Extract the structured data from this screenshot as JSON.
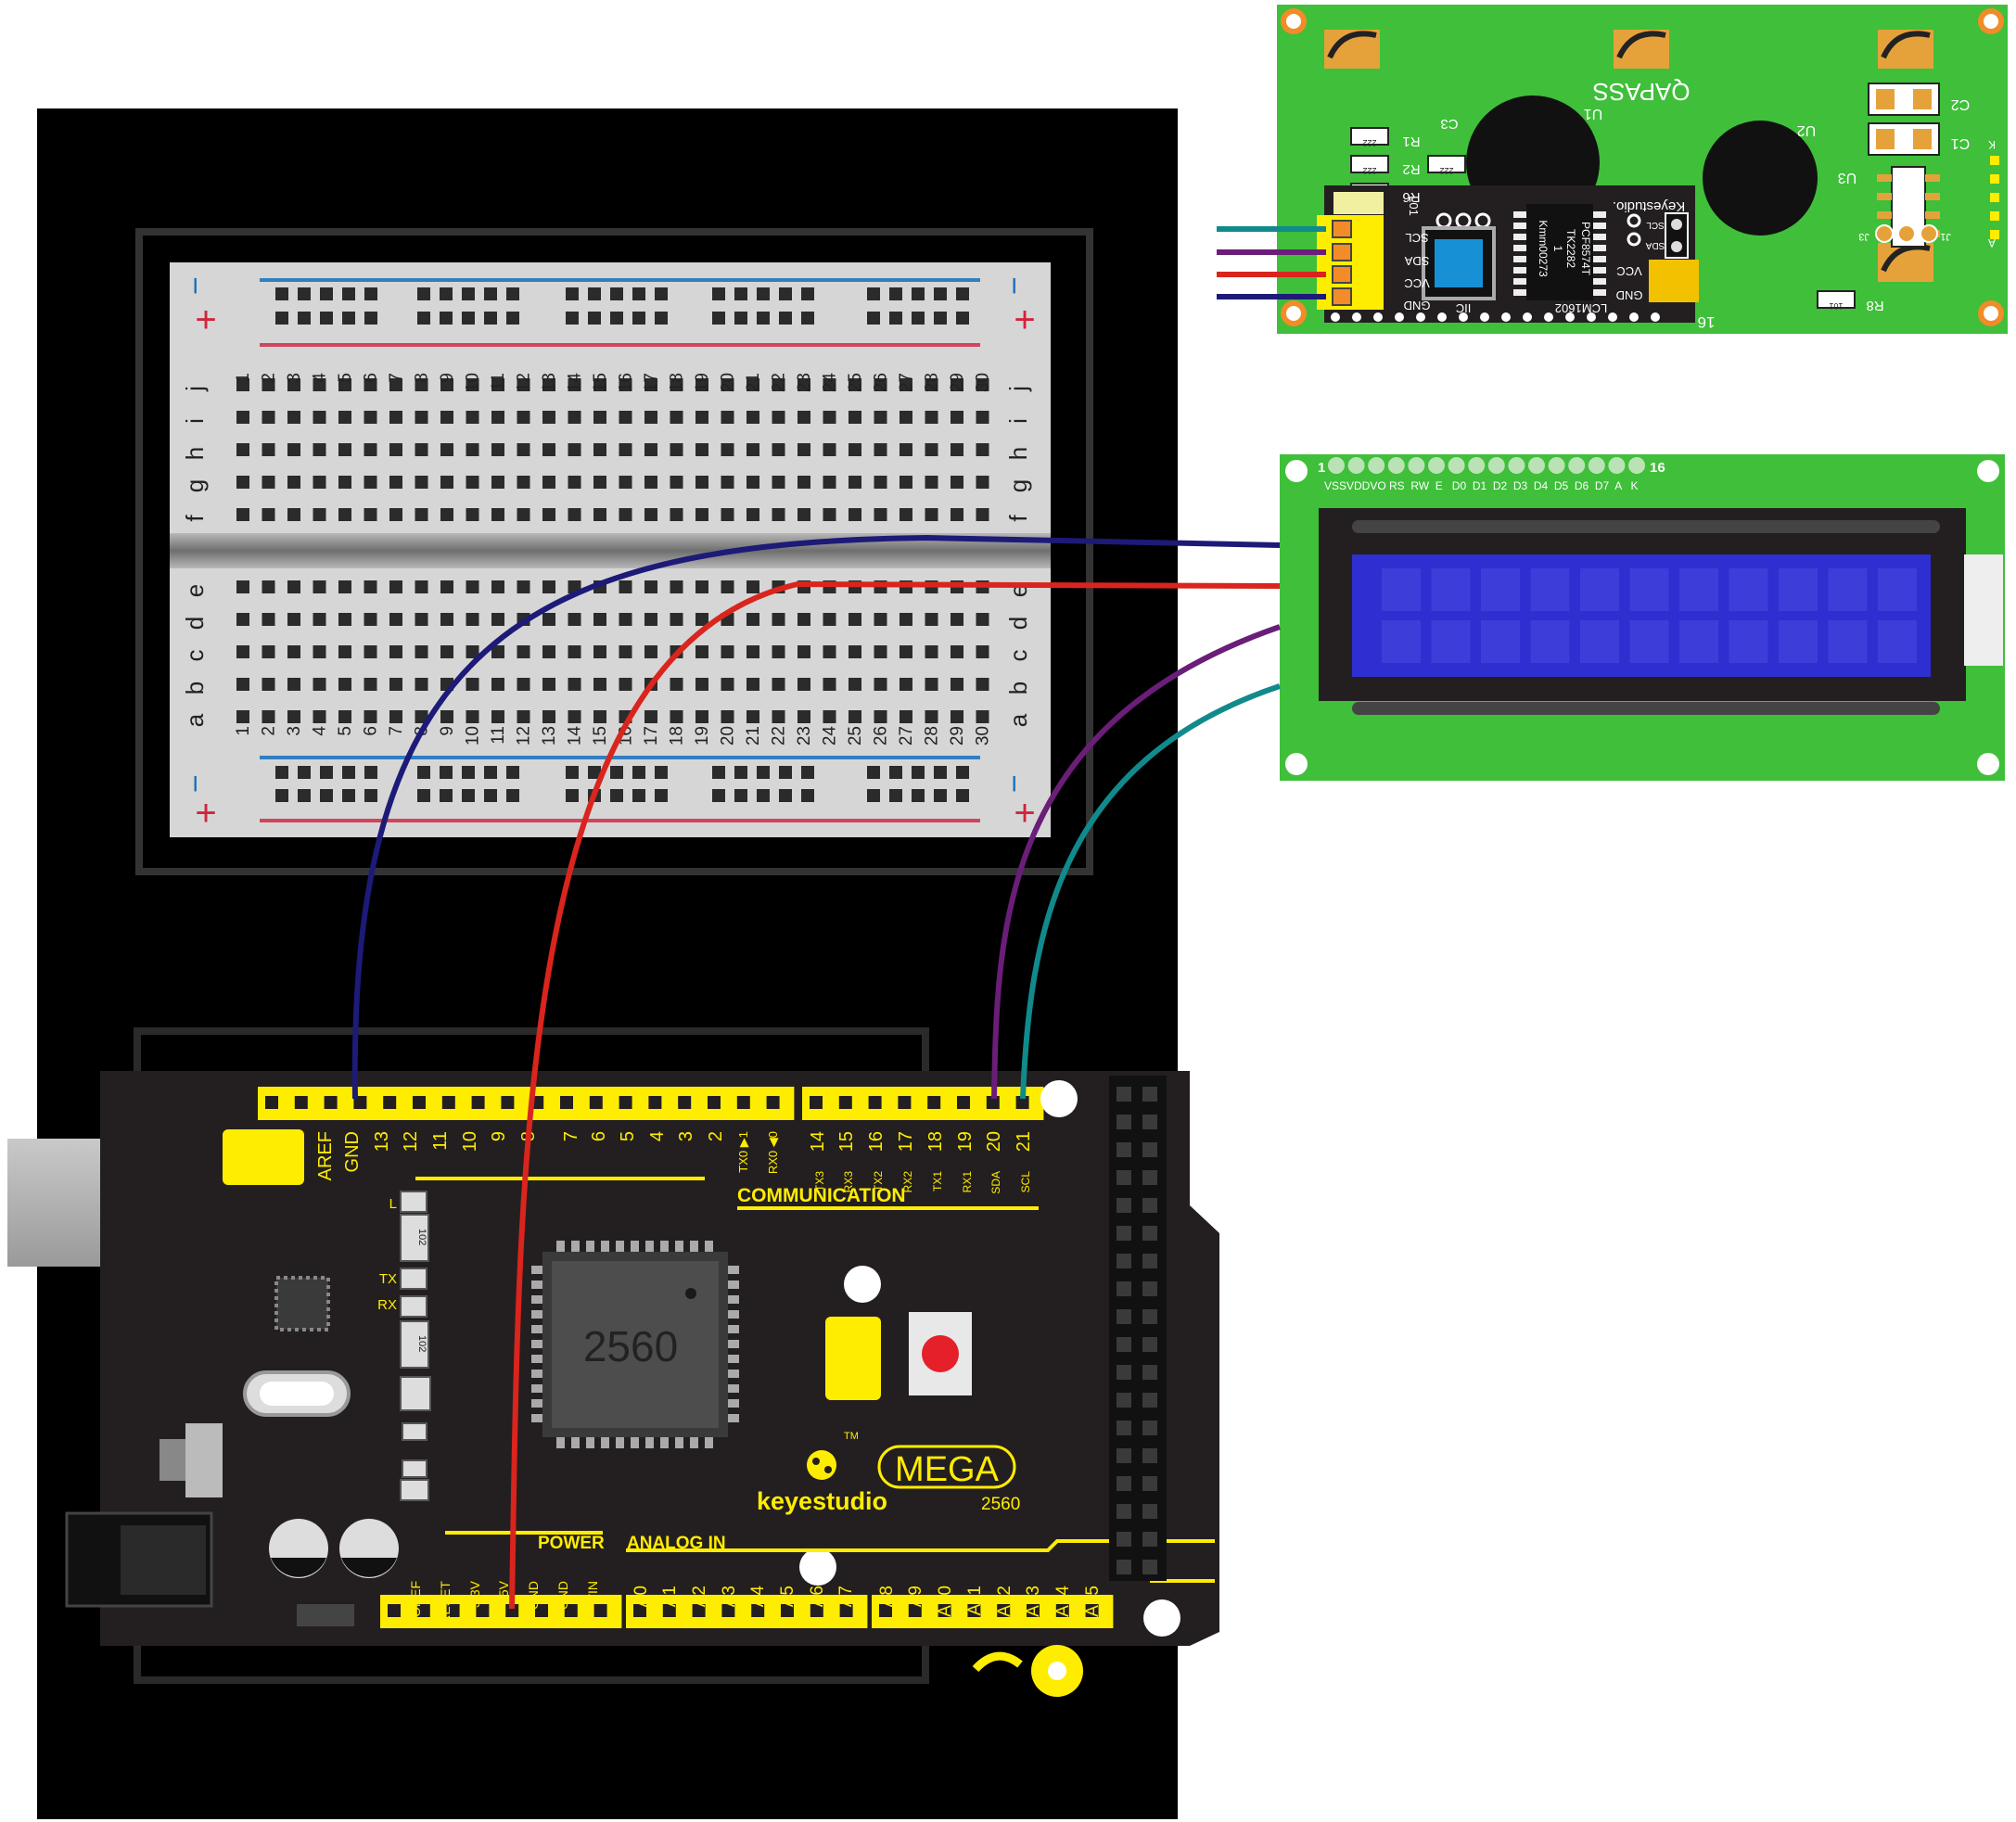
{
  "breadboard": {
    "row_letters_top": [
      "j",
      "i",
      "h",
      "g",
      "f"
    ],
    "row_letters_bottom": [
      "e",
      "d",
      "c",
      "b",
      "a"
    ],
    "column_numbers": [
      "1",
      "2",
      "3",
      "4",
      "5",
      "6",
      "7",
      "8",
      "9",
      "10",
      "11",
      "12",
      "13",
      "14",
      "15",
      "16",
      "17",
      "18",
      "19",
      "20",
      "21",
      "22",
      "23",
      "24",
      "25",
      "26",
      "27",
      "28",
      "29",
      "30"
    ],
    "rail_plus": "+",
    "rail_minus": "−"
  },
  "mega": {
    "brand": "keyestudio",
    "model": "MEGA",
    "model_number": "2560",
    "trademark": "TM",
    "chip_label": "2560",
    "top_left_header_labels": [
      "AREF",
      "GND",
      "13",
      "12",
      "11",
      "10",
      "9",
      "8",
      "7",
      "6",
      "5",
      "4",
      "3",
      "2",
      "TX0 ▶1",
      "RX0 ◀0"
    ],
    "communication_labels": [
      "14",
      "15",
      "16",
      "17",
      "18",
      "19",
      "20",
      "21"
    ],
    "communication_sub_labels": [
      "TX3",
      "RX3",
      "TX2",
      "RX2",
      "TX1",
      "RX1",
      "SDA",
      "SCL"
    ],
    "communication_title": "COMMUNICATION",
    "power_title": "POWER",
    "analog_title": "ANALOG  IN",
    "power_labels": [
      "IOREF",
      "RESET",
      "3.3V",
      "5V",
      "GND",
      "GND",
      "VIN"
    ],
    "analog_labels": [
      "A0",
      "A1",
      "A2",
      "A3",
      "A4",
      "A5",
      "A6",
      "A7",
      "A8",
      "A9",
      "A10",
      "A11",
      "A12",
      "A13",
      "A14",
      "A15"
    ],
    "led_labels": [
      "L",
      "TX",
      "RX"
    ],
    "resistor_code": "102"
  },
  "i2c_module": {
    "brand": "Keyestudio.",
    "pins": [
      "SCL",
      "SDA",
      "VCC",
      "GND"
    ],
    "jumper_pins": [
      "SCL",
      "SDA"
    ],
    "jumper_vcc": "VCC",
    "jumper_gnd": "GND",
    "chip_lines": [
      "PCF8574T",
      "TK2282",
      "1",
      "Kmm00273"
    ],
    "iic": "IIC",
    "lcm": "LCM1602",
    "pin16": "16",
    "labels": {
      "u1": "U1",
      "u2": "U2",
      "u3": "U3",
      "c1": "C1",
      "c2": "C2",
      "c3": "C3",
      "r1": "R1",
      "r2": "R2",
      "r6": "R6",
      "r8": "R8",
      "led": "L01",
      "j3": "J3",
      "j1": "J1",
      "k": "K",
      "a": "A",
      "mirrored_logo": "QAPASS",
      "res_code": "222",
      "res_code_r8": "101"
    }
  },
  "lcd": {
    "pin_start": "1",
    "pin_end": "16",
    "pin_labels": "VSSVDDVO RS  RW  E   D0  D1  D2  D3  D4  D5  D6  D7  A   K"
  },
  "colors": {
    "wire_gnd": "#1d1a78",
    "wire_vcc": "#d9251d",
    "wire_sda": "#6a1e78",
    "wire_scl": "#118a8c",
    "header_yellow": "#ffed00",
    "pcb_green": "#3fbf3a",
    "lcd_blue": "#2e2fd0",
    "board_black": "#231f20"
  }
}
